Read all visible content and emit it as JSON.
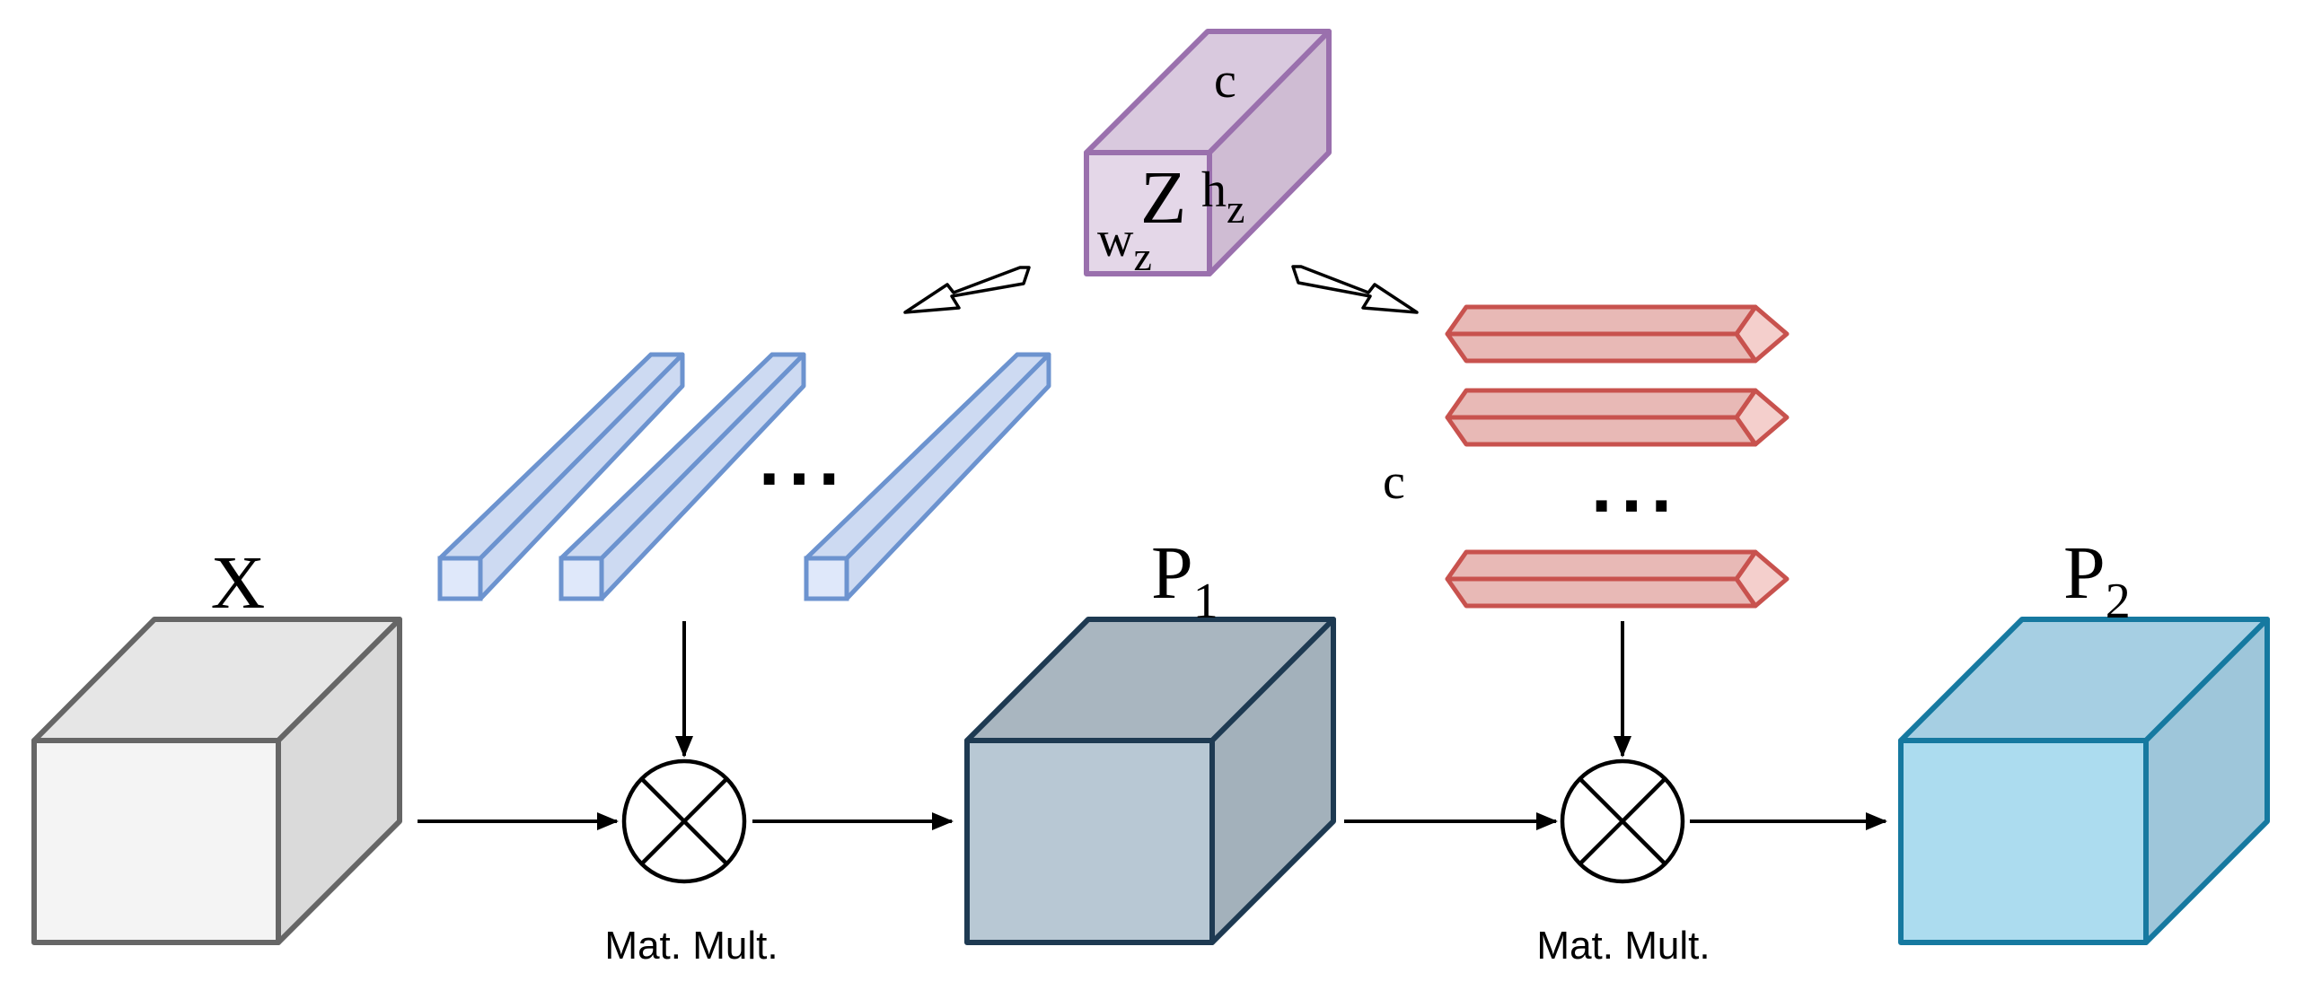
{
  "tensors": {
    "x": {
      "label": "X"
    },
    "p1": {
      "label": "P",
      "subscript": "1"
    },
    "p2": {
      "label": "P",
      "subscript": "2"
    },
    "z": {
      "label": "Z",
      "depth_label": "c",
      "height_label": "h",
      "height_sub": "z",
      "width_label": "w",
      "width_sub": "z"
    }
  },
  "operations": {
    "mult1": {
      "label": "Mat. Mult."
    },
    "mult2": {
      "label": "Mat. Mult."
    }
  },
  "blue_group": {
    "ellipsis": "..."
  },
  "red_group": {
    "ellipsis": "...",
    "dim_label": "c"
  },
  "colors": {
    "x": {
      "front": "#f4f4f4",
      "top": "#e6e6e6",
      "side": "#dadada",
      "stroke": "#666666"
    },
    "p1": {
      "front": "#b8c8d4",
      "top": "#a9b6c0",
      "side": "#a3b1bb",
      "stroke": "#1e3a52"
    },
    "p2": {
      "front": "#acdcef",
      "top": "#a6cfe3",
      "side": "#9ec6da",
      "stroke": "#1679a0"
    },
    "z": {
      "front": "#e4d7e8",
      "top": "#d9c9de",
      "side": "#cfbcd3",
      "stroke": "#9a70ad"
    },
    "blue_bar": {
      "fill": "#cddaf2",
      "end": "#dfe8fa",
      "stroke": "#6c93cf"
    },
    "red_bar": {
      "fill": "#e8b9b6",
      "end": "#f4cfcc",
      "stroke": "#c8524e"
    }
  }
}
